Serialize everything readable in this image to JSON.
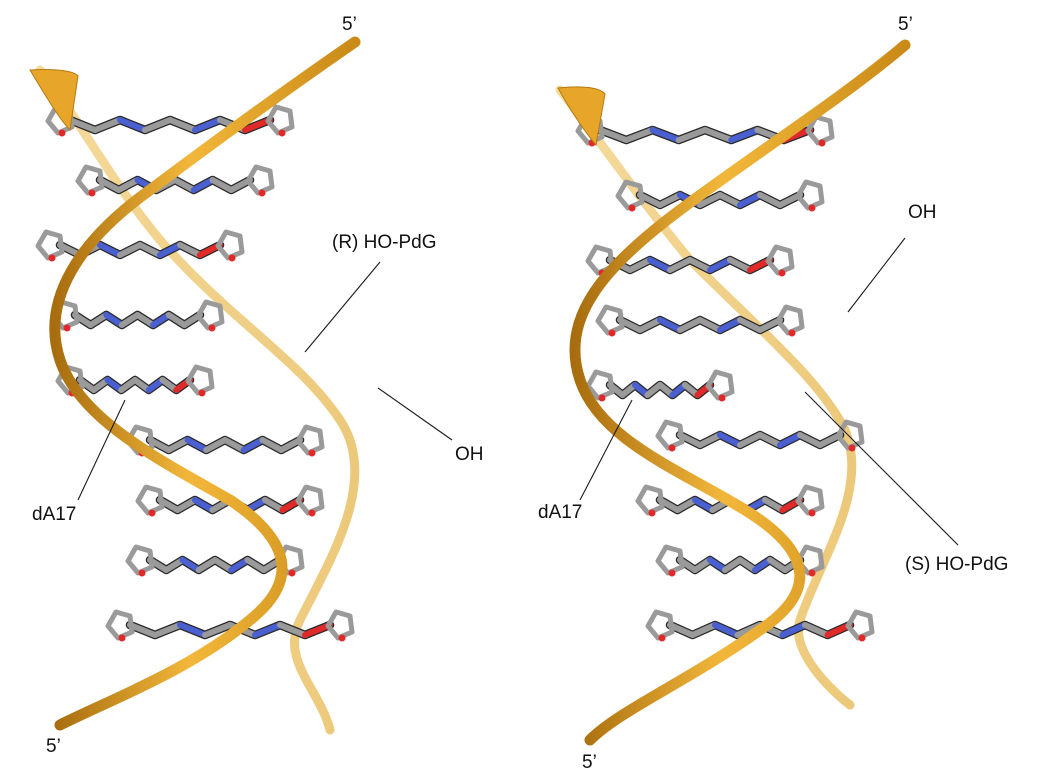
{
  "colors": {
    "ribbon": "#e9a92a",
    "ribbon_shadow": "#b97a10",
    "carbon": "#9a9a9a",
    "nitrogen": "#4a5fd0",
    "oxygen": "#e02a2a"
  },
  "panels": [
    {
      "id": "R",
      "labels": {
        "strand_top": "5’",
        "strand_bottom": "5’",
        "adduct": "(R) HO-PdG",
        "hydroxyl": "OH",
        "residue": "dA17"
      }
    },
    {
      "id": "S",
      "labels": {
        "strand_top": "5’",
        "strand_bottom": "5’",
        "adduct": "(S) HO-PdG",
        "hydroxyl": "OH",
        "residue": "dA17"
      }
    }
  ]
}
